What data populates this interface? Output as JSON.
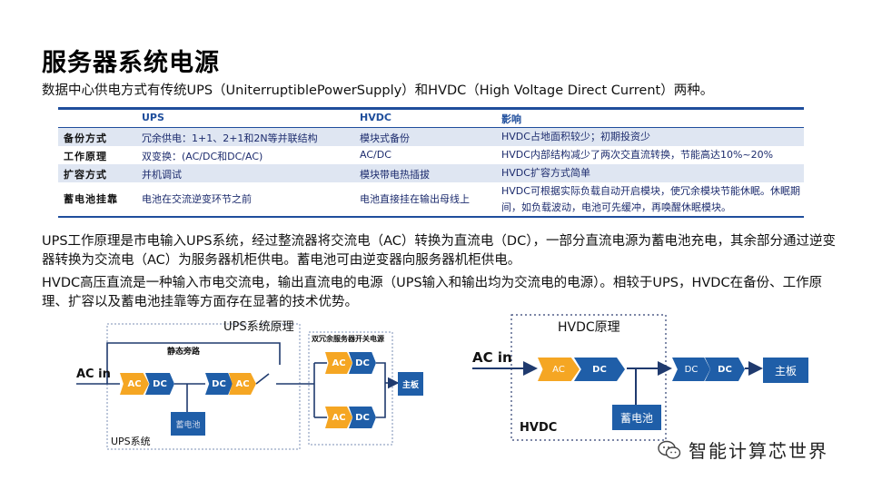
{
  "title": "服务器系统电源",
  "intro": "数据中心供电方式有传统UPS（UniterruptiblePowerSupply）和HVDC（High Voltage Direct Current）两种。",
  "table": {
    "headers": [
      "",
      "UPS",
      "HVDC",
      "影响"
    ],
    "rows": [
      {
        "label": "备份方式",
        "ups": "冗余供电：1+1、2+1和2N等并联结构",
        "hvdc": "模块式备份",
        "impact": "HVDC占地面积较少；初期投资少"
      },
      {
        "label": "工作原理",
        "ups": "双变换：(AC/DC和DC/AC)",
        "hvdc": "AC/DC",
        "impact": "HVDC内部结构减少了两次交直流转换，节能高达10%~20%"
      },
      {
        "label": "扩容方式",
        "ups": "并机调试",
        "hvdc": "模块带电热插拔",
        "impact": "HVDC扩容方式简单"
      },
      {
        "label": "蓄电池挂靠",
        "ups": "电池在交流逆变环节之前",
        "hvdc": "电池直接挂在输出母线上",
        "impact": "HVDC可根据实际负载自动开启模块，使冗余模块节能休眠。休眠期间，如负载波动，电池可先缓冲，再唤醒休眠模块。"
      }
    ]
  },
  "para1": "UPS工作原理是市电输入UPS系统，经过整流器将交流电（AC）转换为直流电（DC），一部分直流电源为蓄电池充电，其余部分通过逆变器转换为交流电（AC）为服务器机柜供电。蓄电池可由逆变器向服务器机柜供电。",
  "para2": "HVDC高压直流是一种输入市电交流电，输出直流电的电源（UPS输入和输出均为交流电的电源）。相较于UPS，HVDC在备份、工作原理、扩容以及蓄电池挂靠等方面存在显著的技术优势。",
  "ups_diagram": {
    "title": "UPS系统原理",
    "ac_in": "AC in",
    "bypass": "静态旁路",
    "redundant": "双冗余服务器开关电源",
    "battery": "蓄电池",
    "mainboard": "主板",
    "system": "UPS系统",
    "ac": "AC",
    "dc": "DC"
  },
  "hvdc_diagram": {
    "title": "HVDC原理",
    "ac_in": "AC in",
    "battery": "蓄电池",
    "mainboard": "主板",
    "system": "HVDC",
    "ac": "AC",
    "dc": "DC"
  },
  "watermark": "智能计算芯世界",
  "colors": {
    "accent": "#1f5ea8",
    "orange": "#f5a623",
    "table_blue": "#1f4e9c",
    "row_alt": "#dfe6f2"
  }
}
